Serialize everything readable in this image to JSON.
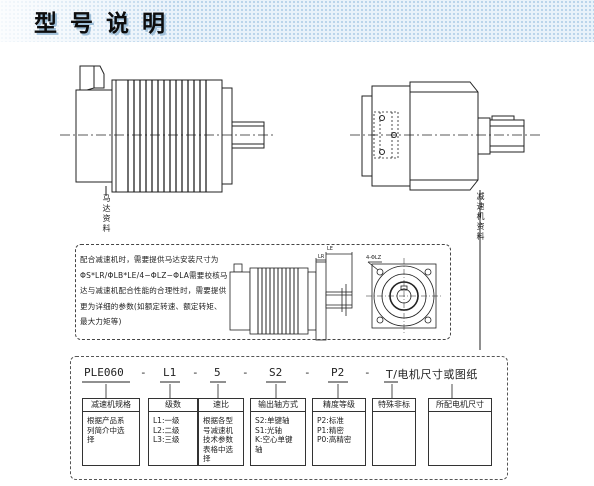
{
  "header": {
    "title": "型号说明"
  },
  "labels": {
    "motor_data": "马达资料",
    "reducer_data": "减速机资料"
  },
  "note": {
    "text": "配合减速机时，需要提供马达安装尺寸为ΦS*LR/ΦLB*LE/4−ΦLZ−ΦLA需要校核马达与减速机配合性能的合理性时，需要提供更为详细的参数(如额定转速、额定转矩、最大力矩等)"
  },
  "model_code": {
    "segments": [
      "PLE060",
      "-",
      "L1",
      "-",
      "5",
      "-",
      "S2",
      "-",
      "P2",
      "-",
      "T/电机尺寸或图纸"
    ]
  },
  "spec_boxes": [
    {
      "title": "减速机规格",
      "body": "根据产品系\n列简介中选\n择"
    },
    {
      "title": "级数",
      "body": "L1:一级\nL2:二级\nL3:三级"
    },
    {
      "title": "速比",
      "body": "根据各型\n号减速机\n技术参数\n表格中选\n择"
    },
    {
      "title": "输出轴方式",
      "body": "S2:单键轴\nS1:光轴\nK:空心单键\n轴"
    },
    {
      "title": "精度等级",
      "body": "P2:标准\nP1:精密\nP0:高精密"
    },
    {
      "title": "特殊非标",
      "body": ""
    },
    {
      "title": "所配电机尺寸",
      "body": ""
    }
  ],
  "drawing": {
    "dim_le": "LE",
    "dim_lr": "LR",
    "dim_lz": "4-ΦLZ"
  },
  "colors": {
    "banner_bg": "#e9f2fa",
    "banner_dots": "#b7d3ea",
    "line": "#222222"
  }
}
